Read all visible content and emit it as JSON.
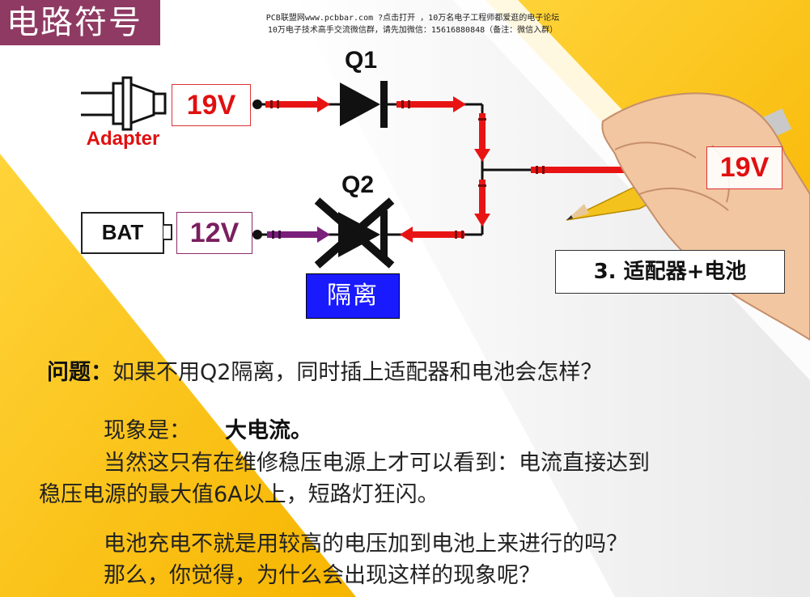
{
  "title": "电路符号",
  "watermark": {
    "line1": "PCB联盟网www.pcbbar.com ?点击打开 ，10万名电子工程师都爱逛的电子论坛",
    "line2": "10万电子技术高手交流微信群，请先加微信：15616880848（备注：微信入群）"
  },
  "circuit": {
    "adapter_voltage": "19V",
    "adapter_label": "Adapter",
    "battery_label": "BAT",
    "battery_voltage": "12V",
    "q1_label": "Q1",
    "q2_label": "Q2",
    "isolation_label": "隔离",
    "output_voltage": "19V",
    "mode_label": "3. 适配器+电池"
  },
  "colors": {
    "title_bg": "#8e3a63",
    "wedge_yellow": "#fdc814",
    "arrow_red": "#e81414",
    "arrow_purple": "#7a1f7a",
    "isolation_blue": "#1a1aff"
  },
  "text": {
    "question_label": "问题：",
    "question_body": "如果不用Q2隔离，同时插上适配器和电池会怎样？",
    "phenomenon_label": "现象是：",
    "phenomenon_value": "大电流。",
    "line3": "当然这只有在维修稳压电源上才可以看到：电流直接达到",
    "line4": "稳压电源的最大值6A以上，短路灯狂闪。",
    "line5": "电池充电不就是用较高的电压加到电池上来进行的吗？",
    "line6": "那么，你觉得，为什么会出现这样的现象呢？"
  }
}
